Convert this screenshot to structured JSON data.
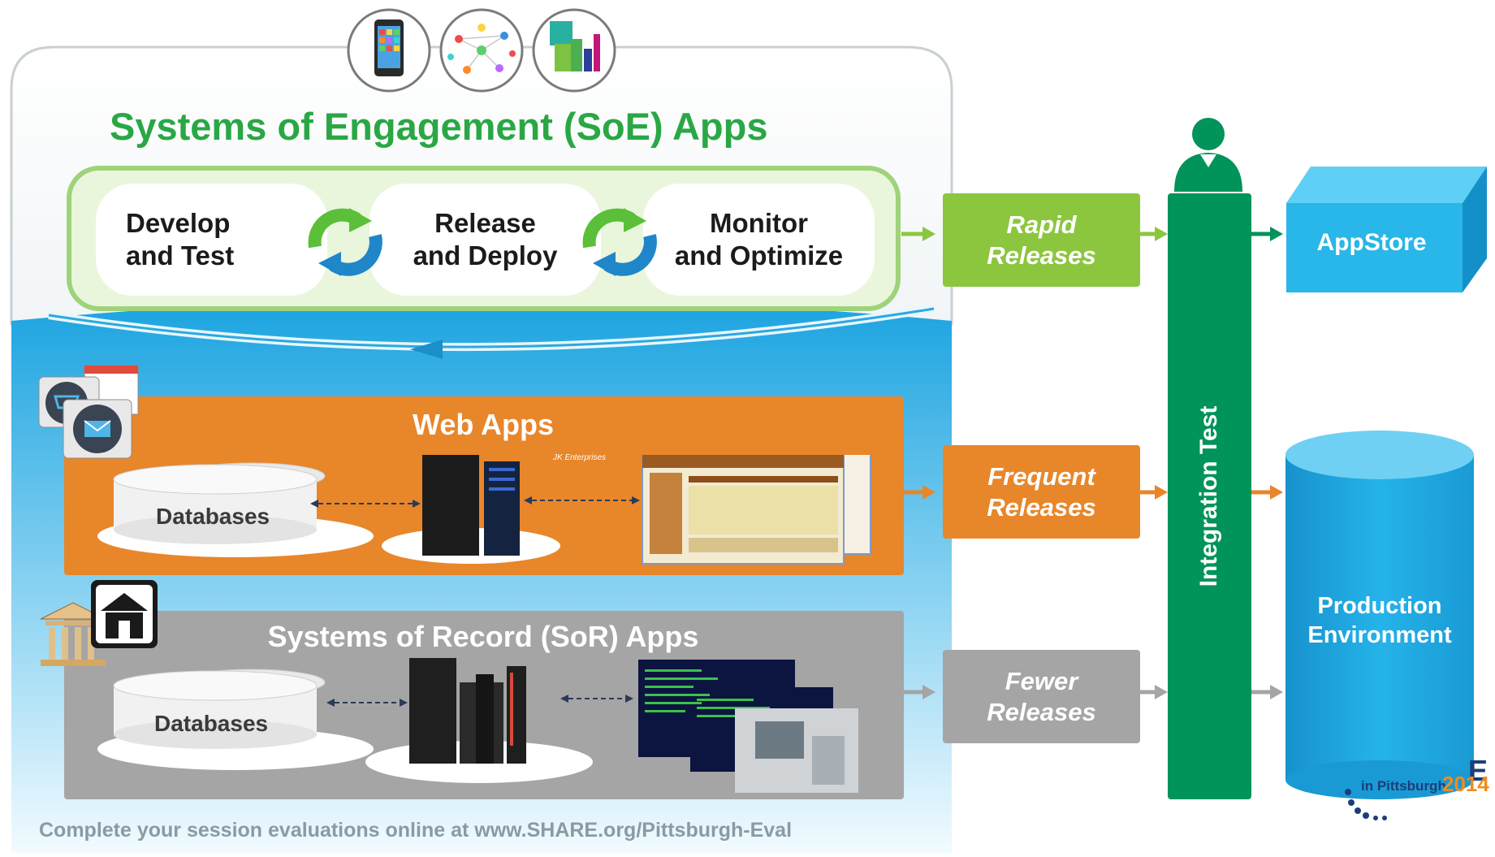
{
  "soe": {
    "title": "Systems of Engagement (SoE) Apps"
  },
  "stages": [
    {
      "line1": "Develop",
      "line2": "and Test"
    },
    {
      "line1": "Release",
      "line2": "and Deploy"
    },
    {
      "line1": "Monitor",
      "line2": "and Optimize"
    }
  ],
  "web": {
    "title": "Web Apps",
    "db_label": "Databases",
    "screen_title": "JK Enterprises"
  },
  "sor": {
    "title": "Systems of Record (SoR) Apps",
    "db_label": "Databases"
  },
  "releases": {
    "rapid": {
      "line1": "Rapid",
      "line2": "Releases"
    },
    "frequent": {
      "line1": "Frequent",
      "line2": "Releases"
    },
    "fewer": {
      "line1": "Fewer",
      "line2": "Releases"
    }
  },
  "integration": {
    "label": "Integration Test"
  },
  "targets": {
    "appstore": "AppStore",
    "production_line1": "Production",
    "production_line2": "Environment"
  },
  "branding": {
    "location": "in Pittsburgh",
    "year": "2014",
    "partial_letter": "E"
  },
  "footer": {
    "text": "Complete your session evaluations online at www.SHARE.org/Pittsburgh-Eval"
  },
  "colors": {
    "soe_green": "#2aa745",
    "web_orange": "#e8862a",
    "sor_gray": "#a5a5a5",
    "rapid_green": "#8cc63f",
    "integration_green": "#00935a",
    "appstore_blue": "#29b6e8",
    "production_blue": "#1fa9e1"
  }
}
